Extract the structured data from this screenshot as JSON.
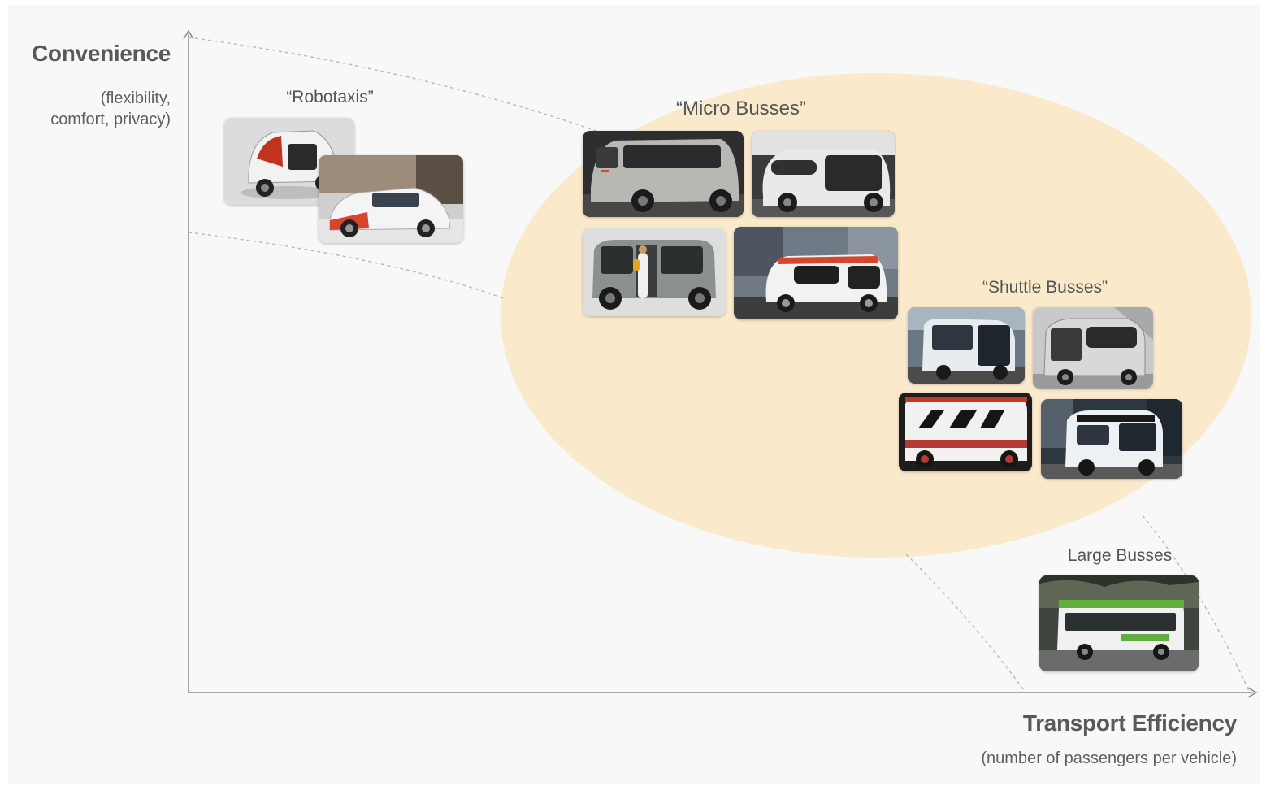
{
  "axes": {
    "y_title": "Convenience",
    "y_subtitle_line1": "(flexibility,",
    "y_subtitle_line2": "comfort, privacy)",
    "x_title": "Transport Efficiency",
    "x_subtitle": "(number of passengers per vehicle)"
  },
  "groups": {
    "robotaxis": "“Robotaxis”",
    "micro_busses": "“Micro Busses”",
    "shuttle_busses": "“Shuttle Busses”",
    "large_busses": "Large Busses"
  },
  "colors": {
    "highlight": "#fbe6c4",
    "axis": "#8a8a8a",
    "bus_green": "#5fae3e",
    "accent_red": "#d8452b"
  },
  "icons": {
    "photos": "vehicle-photo-icon",
    "axis_arrows": "arrow-icon"
  }
}
